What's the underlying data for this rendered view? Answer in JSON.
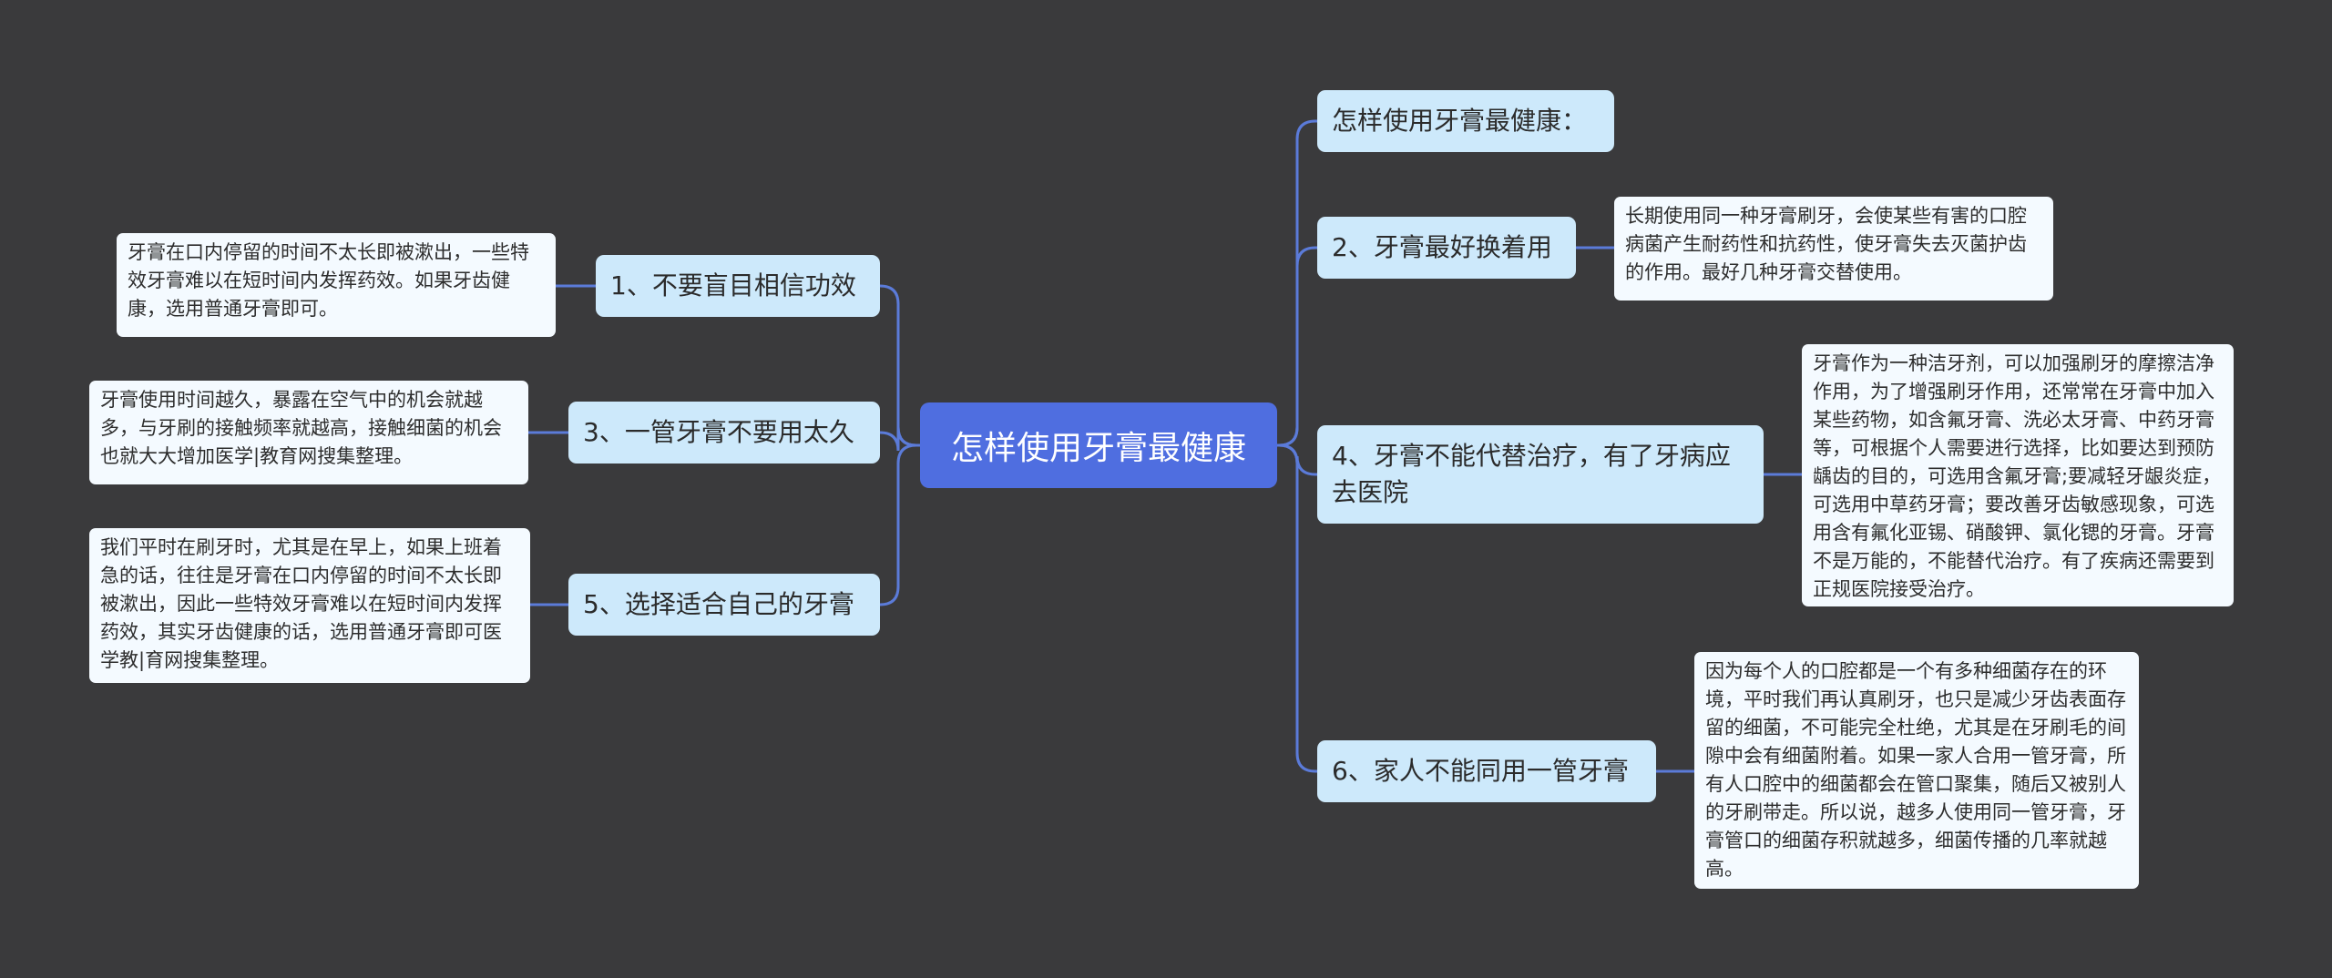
{
  "root": {
    "title": "怎样使用牙膏最健康"
  },
  "right_branches": [
    {
      "id": "r0",
      "label": "怎样使用牙膏最健康：",
      "detail": ""
    },
    {
      "id": "r1",
      "label": "2、牙膏最好换着用",
      "detail": "长期使用同一种牙膏刷牙，会使某些有害的口腔病菌产生耐药性和抗药性，使牙膏失去灭菌护齿的作用。最好几种牙膏交替使用。"
    },
    {
      "id": "r2",
      "label": "4、牙膏不能代替治疗，有了牙病应去医院",
      "detail": "牙膏作为一种洁牙剂，可以加强刷牙的摩擦洁净作用，为了增强刷牙作用，还常常在牙膏中加入某些药物，如含氟牙膏、洗必太牙膏、中药牙膏等，可根据个人需要进行选择，比如要达到预防龋齿的目的，可选用含氟牙膏;要减轻牙龈炎症，可选用中草药牙膏；要改善牙齿敏感现象，可选用含有氟化亚锡、硝酸钾、氯化锶的牙膏。牙膏不是万能的，不能替代治疗。有了疾病还需要到正规医院接受治疗。"
    },
    {
      "id": "r3",
      "label": "6、家人不能同用一管牙膏",
      "detail": "因为每个人的口腔都是一个有多种细菌存在的环境，平时我们再认真刷牙，也只是减少牙齿表面存留的细菌，不可能完全杜绝，尤其是在牙刷毛的间隙中会有细菌附着。如果一家人合用一管牙膏，所有人口腔中的细菌都会在管口聚集，随后又被别人的牙刷带走。所以说，越多人使用同一管牙膏，牙膏管口的细菌存积就越多，细菌传播的几率就越高。"
    }
  ],
  "left_branches": [
    {
      "id": "l0",
      "label": "1、不要盲目相信功效",
      "detail": "牙膏在口内停留的时间不太长即被漱出，一些特效牙膏难以在短时间内发挥药效。如果牙齿健康，选用普通牙膏即可。"
    },
    {
      "id": "l1",
      "label": "3、一管牙膏不要用太久",
      "detail": "牙膏使用时间越久，暴露在空气中的机会就越多，与牙刷的接触频率就越高，接触细菌的机会也就大大增加医学|教育网搜集整理。"
    },
    {
      "id": "l2",
      "label": "5、选择适合自己的牙膏",
      "detail": "我们平时在刷牙时，尤其是在早上，如果上班着急的话，往往是牙膏在口内停留的时间不太长即被漱出，因此一些特效牙膏难以在短时间内发挥药效，其实牙齿健康的话，选用普通牙膏即可医学教|育网搜集整理。"
    }
  ],
  "colors": {
    "background": "#3a3a3c",
    "root": "#4f6ee0",
    "branch": "#cde9fb",
    "leaf": "#f4faff",
    "line": "#5b7bd9"
  }
}
